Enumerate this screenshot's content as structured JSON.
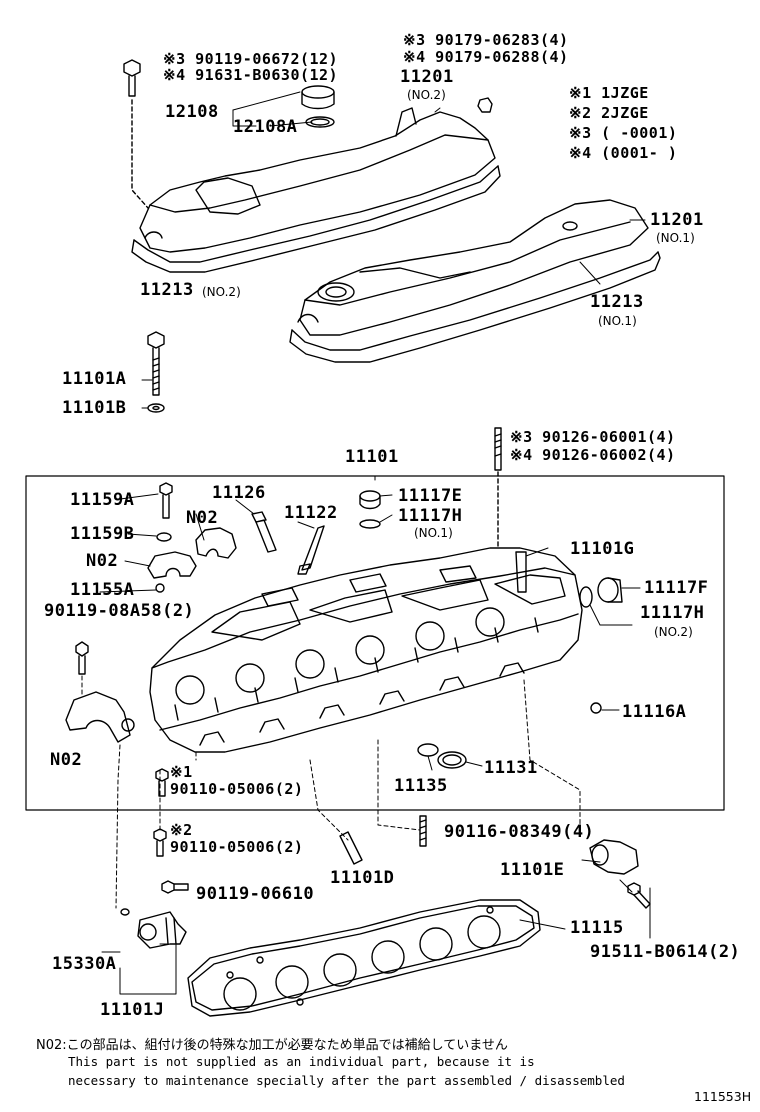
{
  "callouts": {
    "top_bolt_line1": "※3 90119-06672(12)",
    "top_bolt_line2": "※4 91631-B0630(12)",
    "nut_line1": "※3 90179-06283(4)",
    "nut_line2": "※4 90179-06288(4)",
    "p11201_no2": "11201",
    "p11201_no2_sub": "(NO.2)",
    "p12108": "12108",
    "p12108a": "12108A",
    "p11201_no1": "11201",
    "p11201_no1_sub": "(NO.1)",
    "p11213_no2": "11213",
    "p11213_no2_sub": "(NO.2)",
    "p11213_no1": "11213",
    "p11213_no1_sub": "(NO.1)",
    "p11101a": "11101A",
    "p11101b": "11101B",
    "p11101": "11101",
    "stud_line1": "※3 90126-06001(4)",
    "stud_line2": "※4 90126-06002(4)",
    "p11159a": "11159A",
    "p11126": "11126",
    "p11122": "11122",
    "p11117e": "11117E",
    "p11117h_no1": "11117H",
    "p11117h_no1_sub": "(NO.1)",
    "p11159b": "11159B",
    "n02_a": "N02",
    "n02_b": "N02",
    "n02_c": "N02",
    "p11101g": "11101G",
    "p11155a": "11155A",
    "p11117f": "11117F",
    "p90119_08a58": "90119-08A58(2)",
    "p11117h_no2": "11117H",
    "p11117h_no2_sub": "(NO.2)",
    "p11116a": "11116A",
    "p11131": "11131",
    "p11135": "11135",
    "p90110_1": "※1\n90110-05006(2)",
    "p90110_2": "※2\n90110-05006(2)",
    "p90116": "90116-08349(4)",
    "p11101d": "11101D",
    "p11101e": "11101E",
    "p90119_06610": "90119-06610",
    "p11115": "11115",
    "p91511": "91511-B0614(2)",
    "p15330a": "15330A",
    "p11101j": "11101J"
  },
  "legend": {
    "l1": "※1   1JZGE",
    "l2": "※2   2JZGE",
    "l3": "※3  (      -0001)",
    "l4": "※4  (0001-      )"
  },
  "footnote": {
    "line1": "N02:この部品は、組付け後の特殊な加工が必要なため単品では補給していません",
    "line2": "This part is not supplied as an individual part, because it is",
    "line3": "necessary to maintenance specially after the part assembled / disassembled"
  },
  "diagram_id": "111553H"
}
